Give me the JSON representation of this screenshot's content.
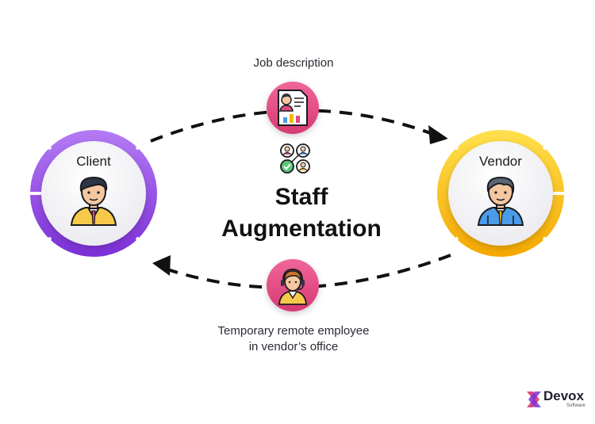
{
  "diagram": {
    "top_label": "Job description",
    "bottom_label_line1": "Temporary remote employee",
    "bottom_label_line2": "in vendor’s office",
    "title_line1": "Staff",
    "title_line2": "Augmentation"
  },
  "client": {
    "label": "Client",
    "ring_color": "#8B3FE0",
    "ring_color_light": "#B77BF5"
  },
  "vendor": {
    "label": "Vendor",
    "ring_color": "#F7B500",
    "ring_color_light": "#FFD84A"
  },
  "badge_color": "#E0497D",
  "brand": {
    "name": "Devox",
    "sub": "Software"
  }
}
